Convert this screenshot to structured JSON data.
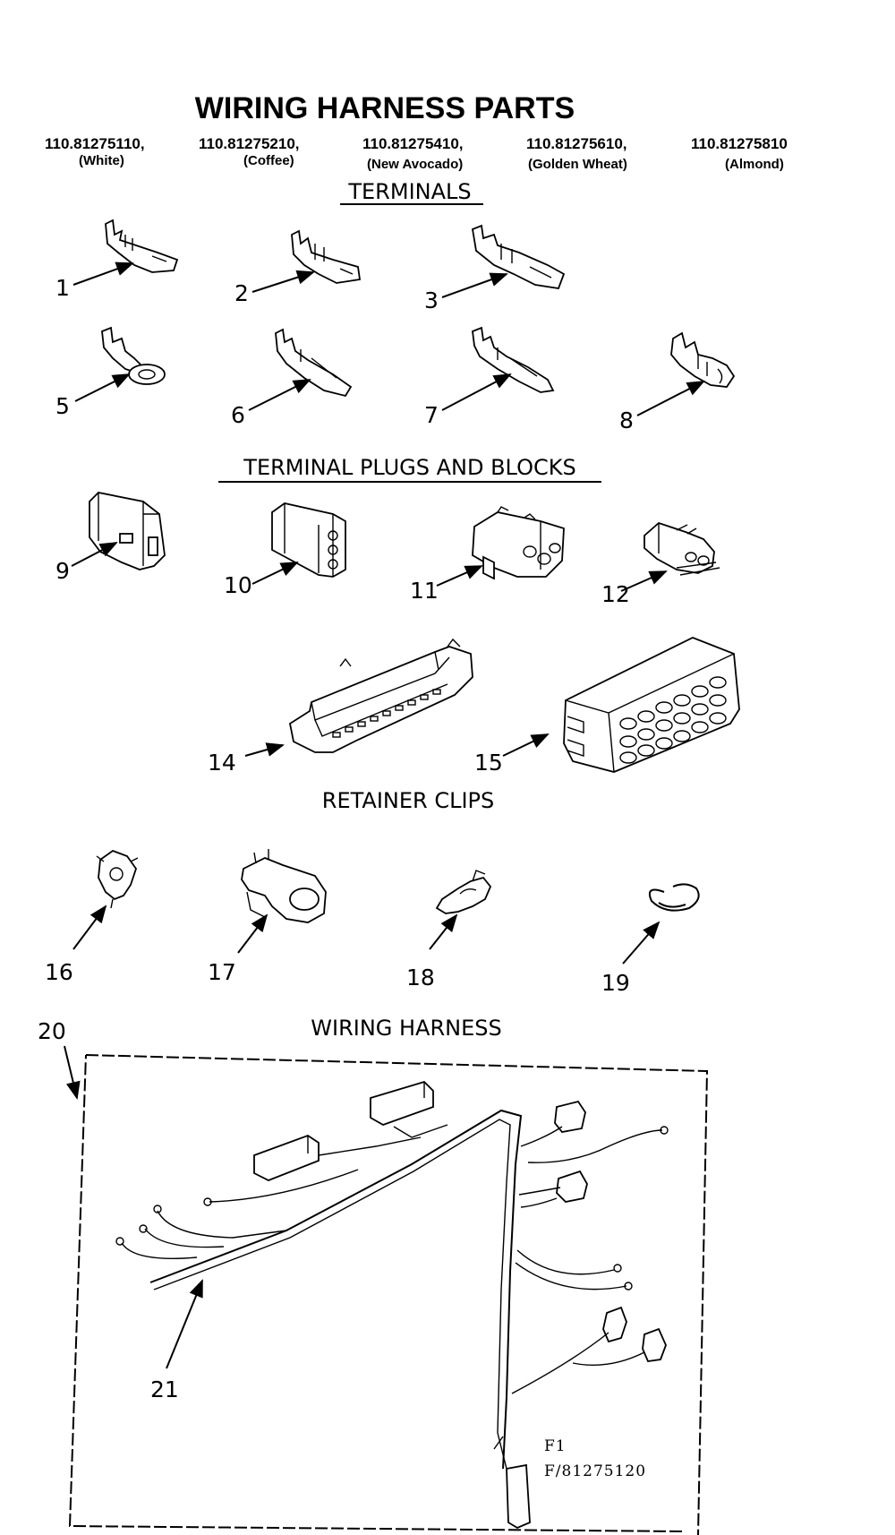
{
  "header": {
    "title": "WIRING HARNESS PARTS",
    "models": [
      {
        "number": "110.81275110,",
        "color": "(White)"
      },
      {
        "number": "110.81275210,",
        "color": "(Coffee)"
      },
      {
        "number": "110.81275410,",
        "color": "(New Avocado)"
      },
      {
        "number": "110.81275610,",
        "color": "(Golden Wheat)"
      },
      {
        "number": "110.81275810",
        "color": "(Almond)"
      }
    ]
  },
  "sections": {
    "terminals": "TERMINALS",
    "plugs": "TERMINAL PLUGS AND BLOCKS",
    "clips": "RETAINER CLIPS",
    "harness": "WIRING HARNESS"
  },
  "callouts": {
    "c1": "1",
    "c2": "2",
    "c3": "3",
    "c5": "5",
    "c6": "6",
    "c7": "7",
    "c8": "8",
    "c9": "9",
    "c10": "10",
    "c11": "11",
    "c12": "12",
    "c14": "14",
    "c15": "15",
    "c16": "16",
    "c17": "17",
    "c18": "18",
    "c19": "19",
    "c20": "20",
    "c21": "21"
  },
  "footer": {
    "fig": "F1",
    "code": "F/81275120"
  }
}
